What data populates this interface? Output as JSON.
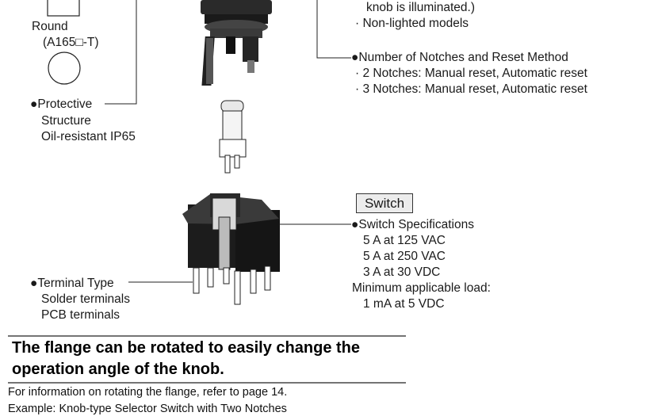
{
  "left": {
    "round_label": "Round",
    "round_model": "(A165□-T)",
    "protective_heading": "Protective",
    "protective_heading2": "Structure",
    "protective_value": "Oil-resistant IP65",
    "terminal_heading": "Terminal Type",
    "terminal_values": [
      "Solder terminals",
      "PCB terminals"
    ]
  },
  "right": {
    "top_line1": "knob is illuminated.)",
    "top_line2": "· Non-lighted models",
    "notches_heading": "Number of Notches and Reset Method",
    "notches_items": [
      "· 2 Notches: Manual reset, Automatic reset",
      "· 3 Notches: Manual reset, Automatic reset"
    ],
    "switch_box": "Switch",
    "switch_heading": "Switch Specifications",
    "switch_specs": [
      "5 A at 125 VAC",
      "5 A at 250 VAC",
      "3 A at 30 VDC"
    ],
    "min_load_label": "Minimum applicable load:",
    "min_load_value": "1 mA at 5 VDC"
  },
  "bullet": "●",
  "flange": {
    "headline1": "The flange can be rotated to easily change the",
    "headline2": "operation angle of the knob.",
    "note": "For information on rotating the flange, refer to page 14.",
    "example": "Example: Knob-type Selector Switch with Two Notches"
  }
}
